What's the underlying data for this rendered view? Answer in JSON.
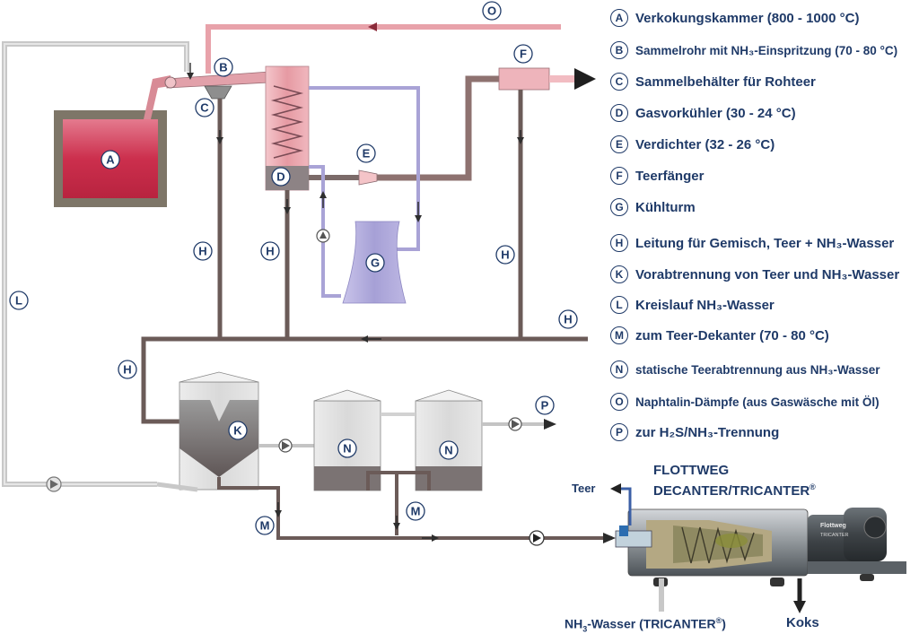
{
  "legend": [
    {
      "key": "A",
      "text": "Verkokungskammer (800 - 1000 °C)"
    },
    {
      "key": "B",
      "text": "Sammelrohr mit NH₃-Einspritzung (70 - 80 °C)"
    },
    {
      "key": "C",
      "text": "Sammelbehälter für Rohteer"
    },
    {
      "key": "D",
      "text": "Gasvorkühler (30 - 24 °C)"
    },
    {
      "key": "E",
      "text": "Verdichter (32 - 26 °C)"
    },
    {
      "key": "F",
      "text": "Teerfänger"
    },
    {
      "key": "G",
      "text": "Kühlturm"
    },
    {
      "key": "H",
      "text": "Leitung für Gemisch, Teer + NH₃-Wasser"
    },
    {
      "key": "K",
      "text": "Vorabtrennung von Teer und NH₃-Wasser"
    },
    {
      "key": "L",
      "text": "Kreislauf NH₃-Wasser"
    },
    {
      "key": "M",
      "text": "zum Teer-Dekanter (70 - 80 °C)"
    },
    {
      "key": "N",
      "text": "statische Teerabtrennung aus NH₃-Wasser"
    },
    {
      "key": "O",
      "text": "Naphtalin-Dämpfe (aus Gaswäsche mit Öl)"
    },
    {
      "key": "P",
      "text": "zur H₂S/NH₃-Trennung"
    }
  ],
  "diagram_labels": {
    "A": "A",
    "B": "B",
    "C": "C",
    "D": "D",
    "E": "E",
    "F": "F",
    "G": "G",
    "H": "H",
    "K": "K",
    "L": "L",
    "M": "M",
    "N": "N",
    "O": "O",
    "P": "P"
  },
  "decanter": {
    "title_line1": "FLOTTWEG",
    "title_line2": "DECANTER/TRICANTER",
    "reg": "®",
    "teer_label": "Teer",
    "nh3_label": "NH₃-Wasser (TRICANTER",
    "nh3_reg": "®",
    "nh3_close": ")",
    "koks_label": "Koks",
    "brand": "Flottweg",
    "model": "TRICANTER"
  },
  "colors": {
    "pipe_gray": "#6b5b58",
    "pipe_light": "#c4c4c4",
    "gas_pink": "#e8a2aa",
    "cooling_purple": "#a9a3d6",
    "oven_red": "#cc2f4d",
    "label_blue": "#1f3a68"
  }
}
